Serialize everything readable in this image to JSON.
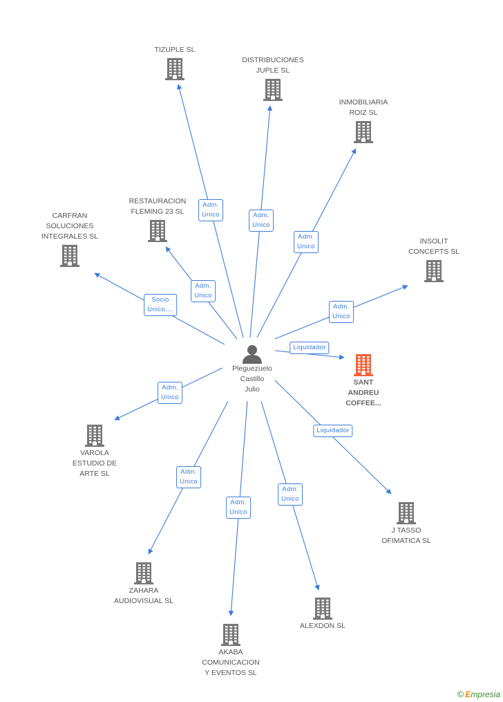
{
  "center": {
    "id": "center",
    "label": "Pleguezuelo\nCastillo\nJulio",
    "icon": "person-icon"
  },
  "nodes": [
    {
      "id": "tizuple",
      "label": "TIZUPLE SL",
      "icon": "building-icon"
    },
    {
      "id": "distribuciones",
      "label": "DISTRIBUCIONES\nJUPLE SL",
      "icon": "building-icon"
    },
    {
      "id": "inmobiliaria",
      "label": "INMOBILIARIA\nROIZ SL",
      "icon": "building-icon"
    },
    {
      "id": "restauracion",
      "label": "RESTAURACION\nFLEMING 23 SL",
      "icon": "building-icon"
    },
    {
      "id": "carfran",
      "label": "CARFRAN\nSOLUCIONES\nINTEGRALES SL",
      "icon": "building-icon"
    },
    {
      "id": "insolit",
      "label": "INSOLIT\nCONCEPTS SL",
      "icon": "building-icon"
    },
    {
      "id": "santandreu",
      "label": "SANT\nANDREU\nCOFFEE...",
      "icon": "building-icon",
      "highlight": true
    },
    {
      "id": "varola",
      "label": "VAROLA\nESTUDIO DE\nARTE SL",
      "icon": "building-icon"
    },
    {
      "id": "jtasso",
      "label": "J TASSO\nOFIMATICA SL",
      "icon": "building-icon"
    },
    {
      "id": "zahara",
      "label": "ZAHARA\nAUDIOVISUAL SL",
      "icon": "building-icon"
    },
    {
      "id": "akaba",
      "label": "AKABA\nCOMUNICACION\nY EVENTOS SL",
      "icon": "building-icon"
    },
    {
      "id": "alexdon",
      "label": "ALEXDON SL",
      "icon": "building-icon"
    }
  ],
  "edges": [
    {
      "to": "tizuple",
      "label": "Adm.\nUnico"
    },
    {
      "to": "distribuciones",
      "label": "Adm.\nUnico"
    },
    {
      "to": "inmobiliaria",
      "label": "Adm.\nUnico"
    },
    {
      "to": "restauracion",
      "label": "Adm.\nUnico"
    },
    {
      "to": "carfran",
      "label": "Socio\nÚnico,..."
    },
    {
      "to": "insolit",
      "label": "Adm.\nUnico"
    },
    {
      "to": "santandreu",
      "label": "Liquidador"
    },
    {
      "to": "varola",
      "label": "Adm.\nUnico"
    },
    {
      "to": "jtasso",
      "label": "Liquidador"
    },
    {
      "to": "zahara",
      "label": "Adm.\nUnico"
    },
    {
      "to": "akaba",
      "label": "Adm.\nUnico"
    },
    {
      "to": "alexdon",
      "label": "Adm.\nUnico"
    }
  ],
  "colors": {
    "edge": "#3b7dd8",
    "building": "#777777",
    "highlight": "#f4633a",
    "person": "#666666"
  },
  "footer": {
    "copyright": "©",
    "brand_first": "E",
    "brand_rest": "mpresia"
  }
}
